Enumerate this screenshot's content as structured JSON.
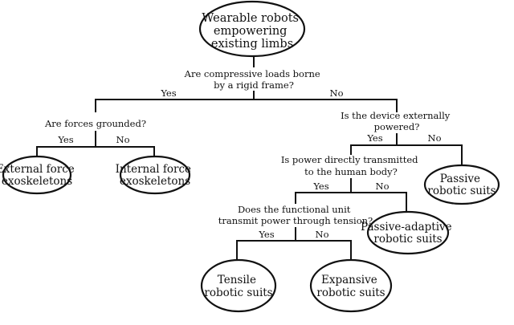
{
  "root": {
    "lines": [
      "Wearable robots",
      "empowering",
      "existing limbs"
    ]
  },
  "questions": {
    "rigid_frame": {
      "lines": [
        "Are compressive loads borne",
        "by a rigid frame?"
      ],
      "yes": "Yes",
      "no": "No"
    },
    "grounded": {
      "lines": [
        "Are forces grounded?"
      ],
      "yes": "Yes",
      "no": "No"
    },
    "externally_powered": {
      "lines": [
        "Is the device externally",
        "powered?"
      ],
      "yes": "Yes",
      "no": "No"
    },
    "power_transmitted": {
      "lines": [
        "Is power directly transmitted",
        "to the human body?"
      ],
      "yes": "Yes",
      "no": "No"
    },
    "tension": {
      "lines": [
        "Does the functional unit",
        "transmit power through tension?"
      ],
      "yes": "Yes",
      "no": "No"
    }
  },
  "leaves": {
    "external_force": {
      "lines": [
        "External force",
        "exoskeletons"
      ]
    },
    "internal_force": {
      "lines": [
        "Internal force",
        "exoskeletons"
      ]
    },
    "passive": {
      "lines": [
        "Passive",
        "robotic suits"
      ]
    },
    "passive_adaptive": {
      "lines": [
        "Passive-adaptive",
        "robotic suits"
      ]
    },
    "tensile": {
      "lines": [
        "Tensile",
        "robotic suits"
      ]
    },
    "expansive": {
      "lines": [
        "Expansive",
        "robotic suits"
      ]
    }
  }
}
